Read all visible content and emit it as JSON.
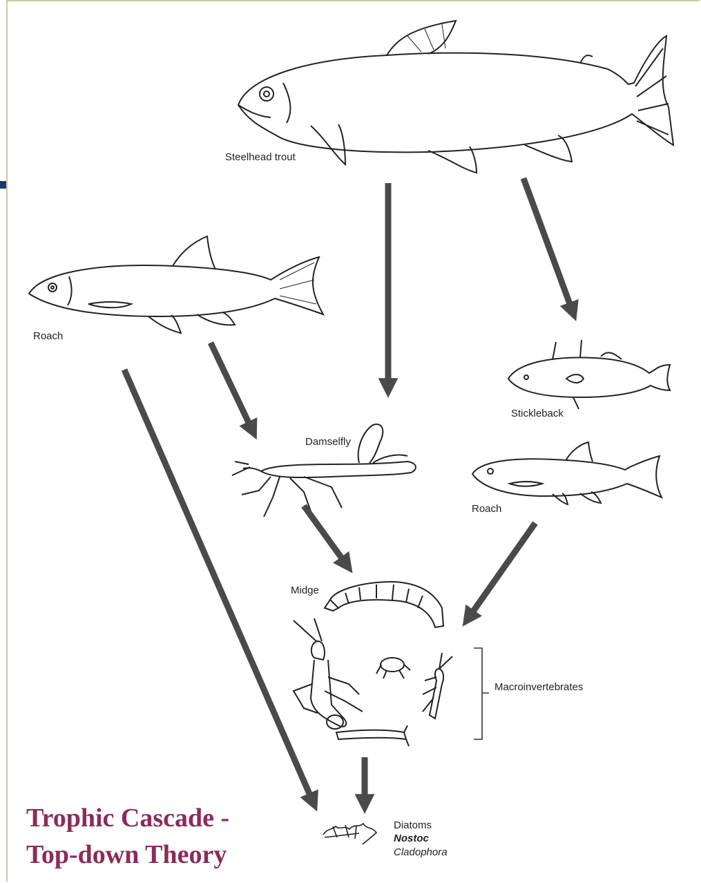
{
  "title": {
    "line1": "Trophic Cascade -",
    "line2": "Top-down Theory"
  },
  "labels": {
    "steelhead": "Steelhead trout",
    "roach_left": "Roach",
    "stickleback": "Stickleback",
    "damselfly": "Damselfly",
    "roach_right": "Roach",
    "midge": "Midge",
    "macroinvertebrates": "Macroinvertebrates",
    "diatoms": "Diatoms",
    "nostoc": "Nostoc",
    "cladophora": "Cladophora"
  },
  "colors": {
    "title": "#8b2b5a",
    "arrow": "#4a4a4a",
    "frame": "#c9c9a3",
    "accent_mark": "#1a3a6e"
  }
}
